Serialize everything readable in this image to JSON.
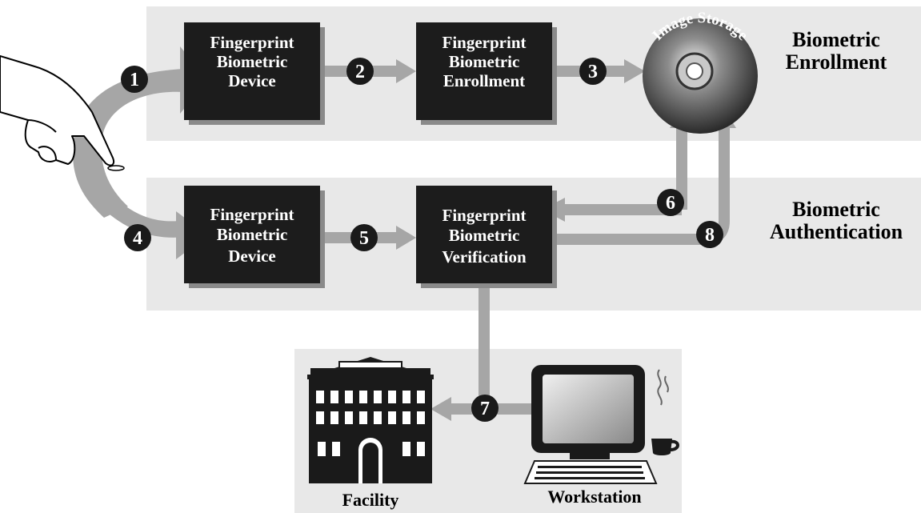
{
  "sections": {
    "enrollment": {
      "title_line1": "Biometric",
      "title_line2": "Enrollment"
    },
    "authentication": {
      "title_line1": "Biometric",
      "title_line2": "Authentication"
    }
  },
  "boxes": {
    "enroll_device": [
      "Fingerprint",
      "Biometric",
      "Device"
    ],
    "enroll_process": [
      "Fingerprint",
      "Biometric",
      "Enrollment"
    ],
    "auth_device": [
      "Fingerprint",
      "Biometric",
      "Device"
    ],
    "auth_verify": [
      "Fingerprint",
      "Biometric",
      "Verification"
    ]
  },
  "storage": {
    "label": "Image Storage"
  },
  "steps": [
    "1",
    "2",
    "3",
    "4",
    "5",
    "6",
    "7",
    "8"
  ],
  "destinations": {
    "facility": "Facility",
    "workstation": "Workstation"
  },
  "icons": {
    "hand": "pointing-hand-icon",
    "disc": "disc-storage-icon",
    "building": "building-icon",
    "computer": "computer-icon",
    "coffee": "coffee-cup-icon"
  },
  "colors": {
    "panel": "#e8e8e8",
    "box": "#1c1c1c",
    "arrow": "#a6a6a6",
    "badge": "#1a1a1a"
  }
}
